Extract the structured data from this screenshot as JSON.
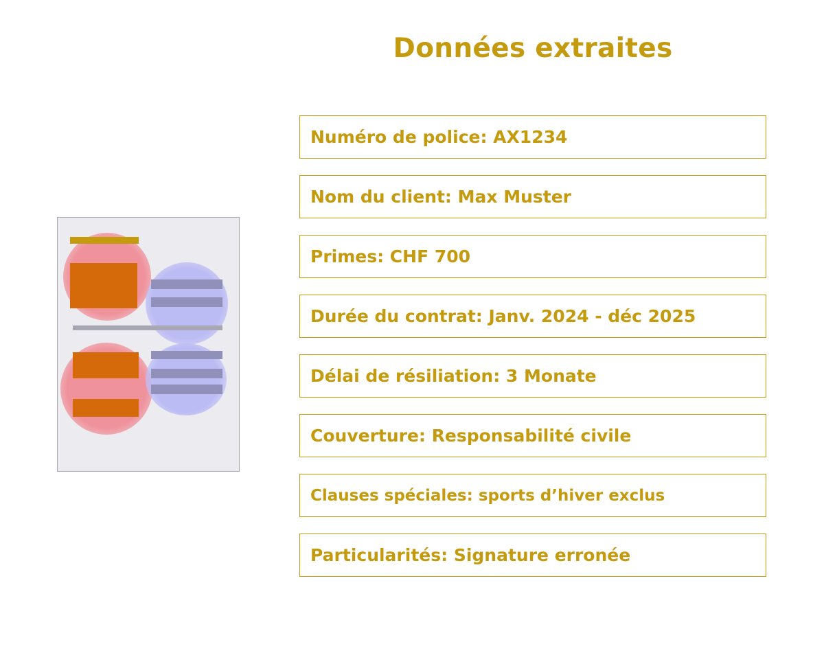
{
  "title": "Données extraites",
  "colors": {
    "accent": "#c49a0e",
    "document_bg": "#ebebf0",
    "red_highlight": "#f0828c",
    "blue_highlight": "#b9b9f5",
    "orange_block": "#d46a0a",
    "gray_line": "#9a9aa8"
  },
  "document_icon": "scanned-document-icon",
  "fields": [
    {
      "label": "Numéro de police: AX1234"
    },
    {
      "label": "Nom du client: Max Muster"
    },
    {
      "label": "Primes: CHF 700"
    },
    {
      "label": "Durée du contrat: Janv. 2024 - déc 2025"
    },
    {
      "label": "Délai de résiliation: 3 Monate"
    },
    {
      "label": "Couverture: Responsabilité civile"
    },
    {
      "label": "Clauses spéciales: sports d’hiver exclus"
    },
    {
      "label": "Particularités: Signature erronée"
    }
  ]
}
